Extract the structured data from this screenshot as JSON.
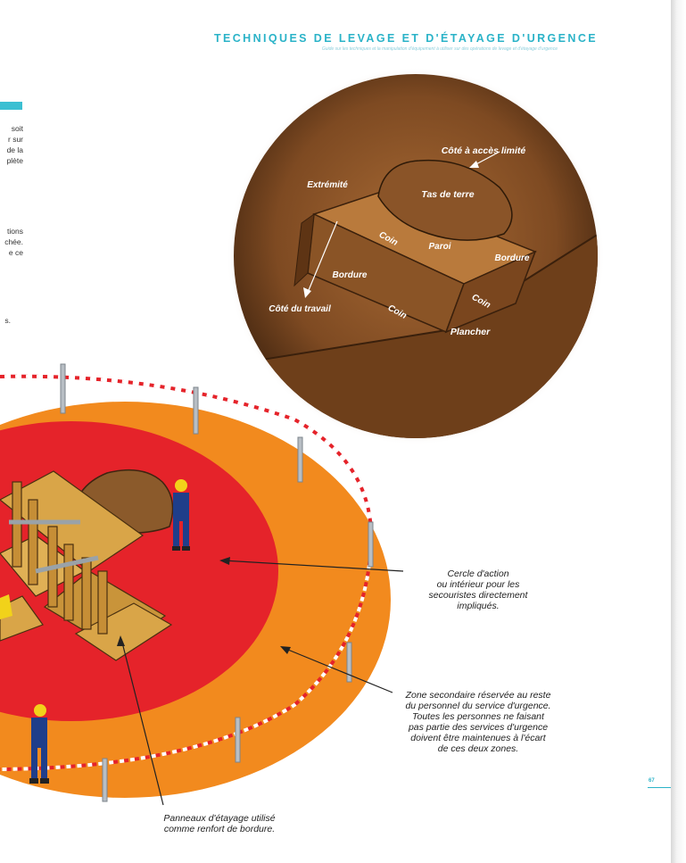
{
  "header": {
    "title": "TECHNIQUES DE LEVAGE ET D'ÉTAYAGE D'URGENCE",
    "subtitle": "Guide sur les techniques et la manipulation d'équipement à utiliser sur des opérations de levage et d'étayage d'urgence"
  },
  "left_text_fragments": [
    "soit",
    "r sur",
    "de la",
    "plète",
    "tions",
    "chée.",
    "e ce",
    "s."
  ],
  "trench_detail": {
    "labels": {
      "cote_acces_limite": "Côté à accès limité",
      "extremite": "Extrémité",
      "tas_de_terre": "Tas de terre",
      "coin_top": "Coin",
      "paroi": "Paroi",
      "bordure_right": "Bordure",
      "bordure_left": "Bordure",
      "coin_right": "Coin",
      "cote_du_travail": "Côté du travail",
      "coin_left": "Coin",
      "plancher": "Plancher"
    }
  },
  "zone_diagram": {
    "callout_action": "Cercle d'action\nou intérieur pour les\nsecouristes directement\nimpliqués.",
    "callout_secondary": "Zone secondaire réservée au reste\ndu personnel du service d'urgence.\nToutes les personnes ne faisant\npas partie des services d'urgence\ndoivent être maintenues à l'écart\nde ces deux zones.",
    "callout_panels": "Panneaux d'étayage utilisé\ncomme renfort de bordure."
  },
  "page_number": "67",
  "colors": {
    "accent": "#2bb3c8",
    "outer_zone": "#f28a1e",
    "inner_zone": "#e5232a",
    "soil": "#a0622e"
  }
}
